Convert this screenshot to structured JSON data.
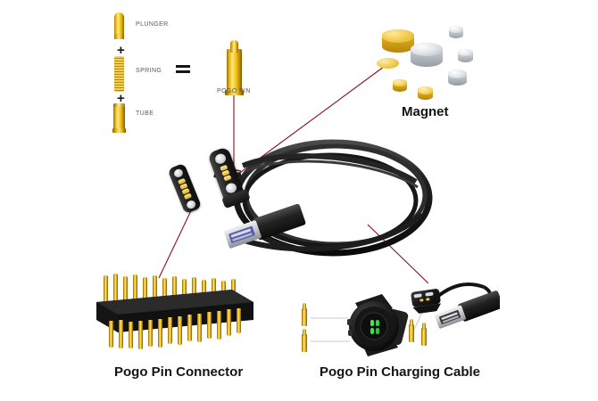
{
  "diagram": {
    "background_color": "#ffffff",
    "leader_line_color": "#8c1020",
    "gold_color": "#e9b81c",
    "silver_color": "#c9cdd2",
    "dark_color": "#141414"
  },
  "exploded_view": {
    "parts": [
      {
        "name": "plunger",
        "label": "PLUNGER"
      },
      {
        "name": "spring",
        "label": "SPRING"
      },
      {
        "name": "tube",
        "label": "TUBE"
      }
    ],
    "operators": {
      "plus_1": "+",
      "plus_2": "+",
      "equals": "="
    },
    "result": {
      "name": "pogo-pin",
      "label": "POGO PIN"
    }
  },
  "callouts": {
    "magnet": "Magnet",
    "pogo_pin_connector": "Pogo Pin Connector",
    "pogo_pin_charging_cable": "Pogo Pin Charging Cable"
  },
  "magnet_group": {
    "count": 8,
    "discs": [
      {
        "id": "gold-large",
        "finish": "gold",
        "size": "large"
      },
      {
        "id": "gold-medium",
        "finish": "gold",
        "size": "medium"
      },
      {
        "id": "gold-small-1",
        "finish": "gold",
        "size": "small"
      },
      {
        "id": "gold-small-2",
        "finish": "gold",
        "size": "small"
      },
      {
        "id": "silver-large",
        "finish": "silver",
        "size": "large"
      },
      {
        "id": "silver-small-1",
        "finish": "silver",
        "size": "small"
      },
      {
        "id": "silver-small-2",
        "finish": "silver",
        "size": "small"
      },
      {
        "id": "silver-small-3",
        "finish": "silver",
        "size": "small"
      }
    ]
  },
  "cable_assembly": {
    "magnetic_connector_plug": "magnetic-connector-plug",
    "magnetic_connector_socket": "magnetic-connector-socket",
    "contact_pads": 4,
    "cable": "coiled-black-cable",
    "usb_plug": "usb-a-plug"
  },
  "connector_module": {
    "rows": 2,
    "pins_per_row": 14,
    "housing": "black-plastic-housing"
  },
  "charging_cable_module": {
    "watch": "smartwatch",
    "sensor_leds": "green-heart-rate-sensor",
    "charging_puck": "magnetic-charging-puck",
    "usb_plug": "usb-a-plug",
    "loose_pins": 4
  }
}
